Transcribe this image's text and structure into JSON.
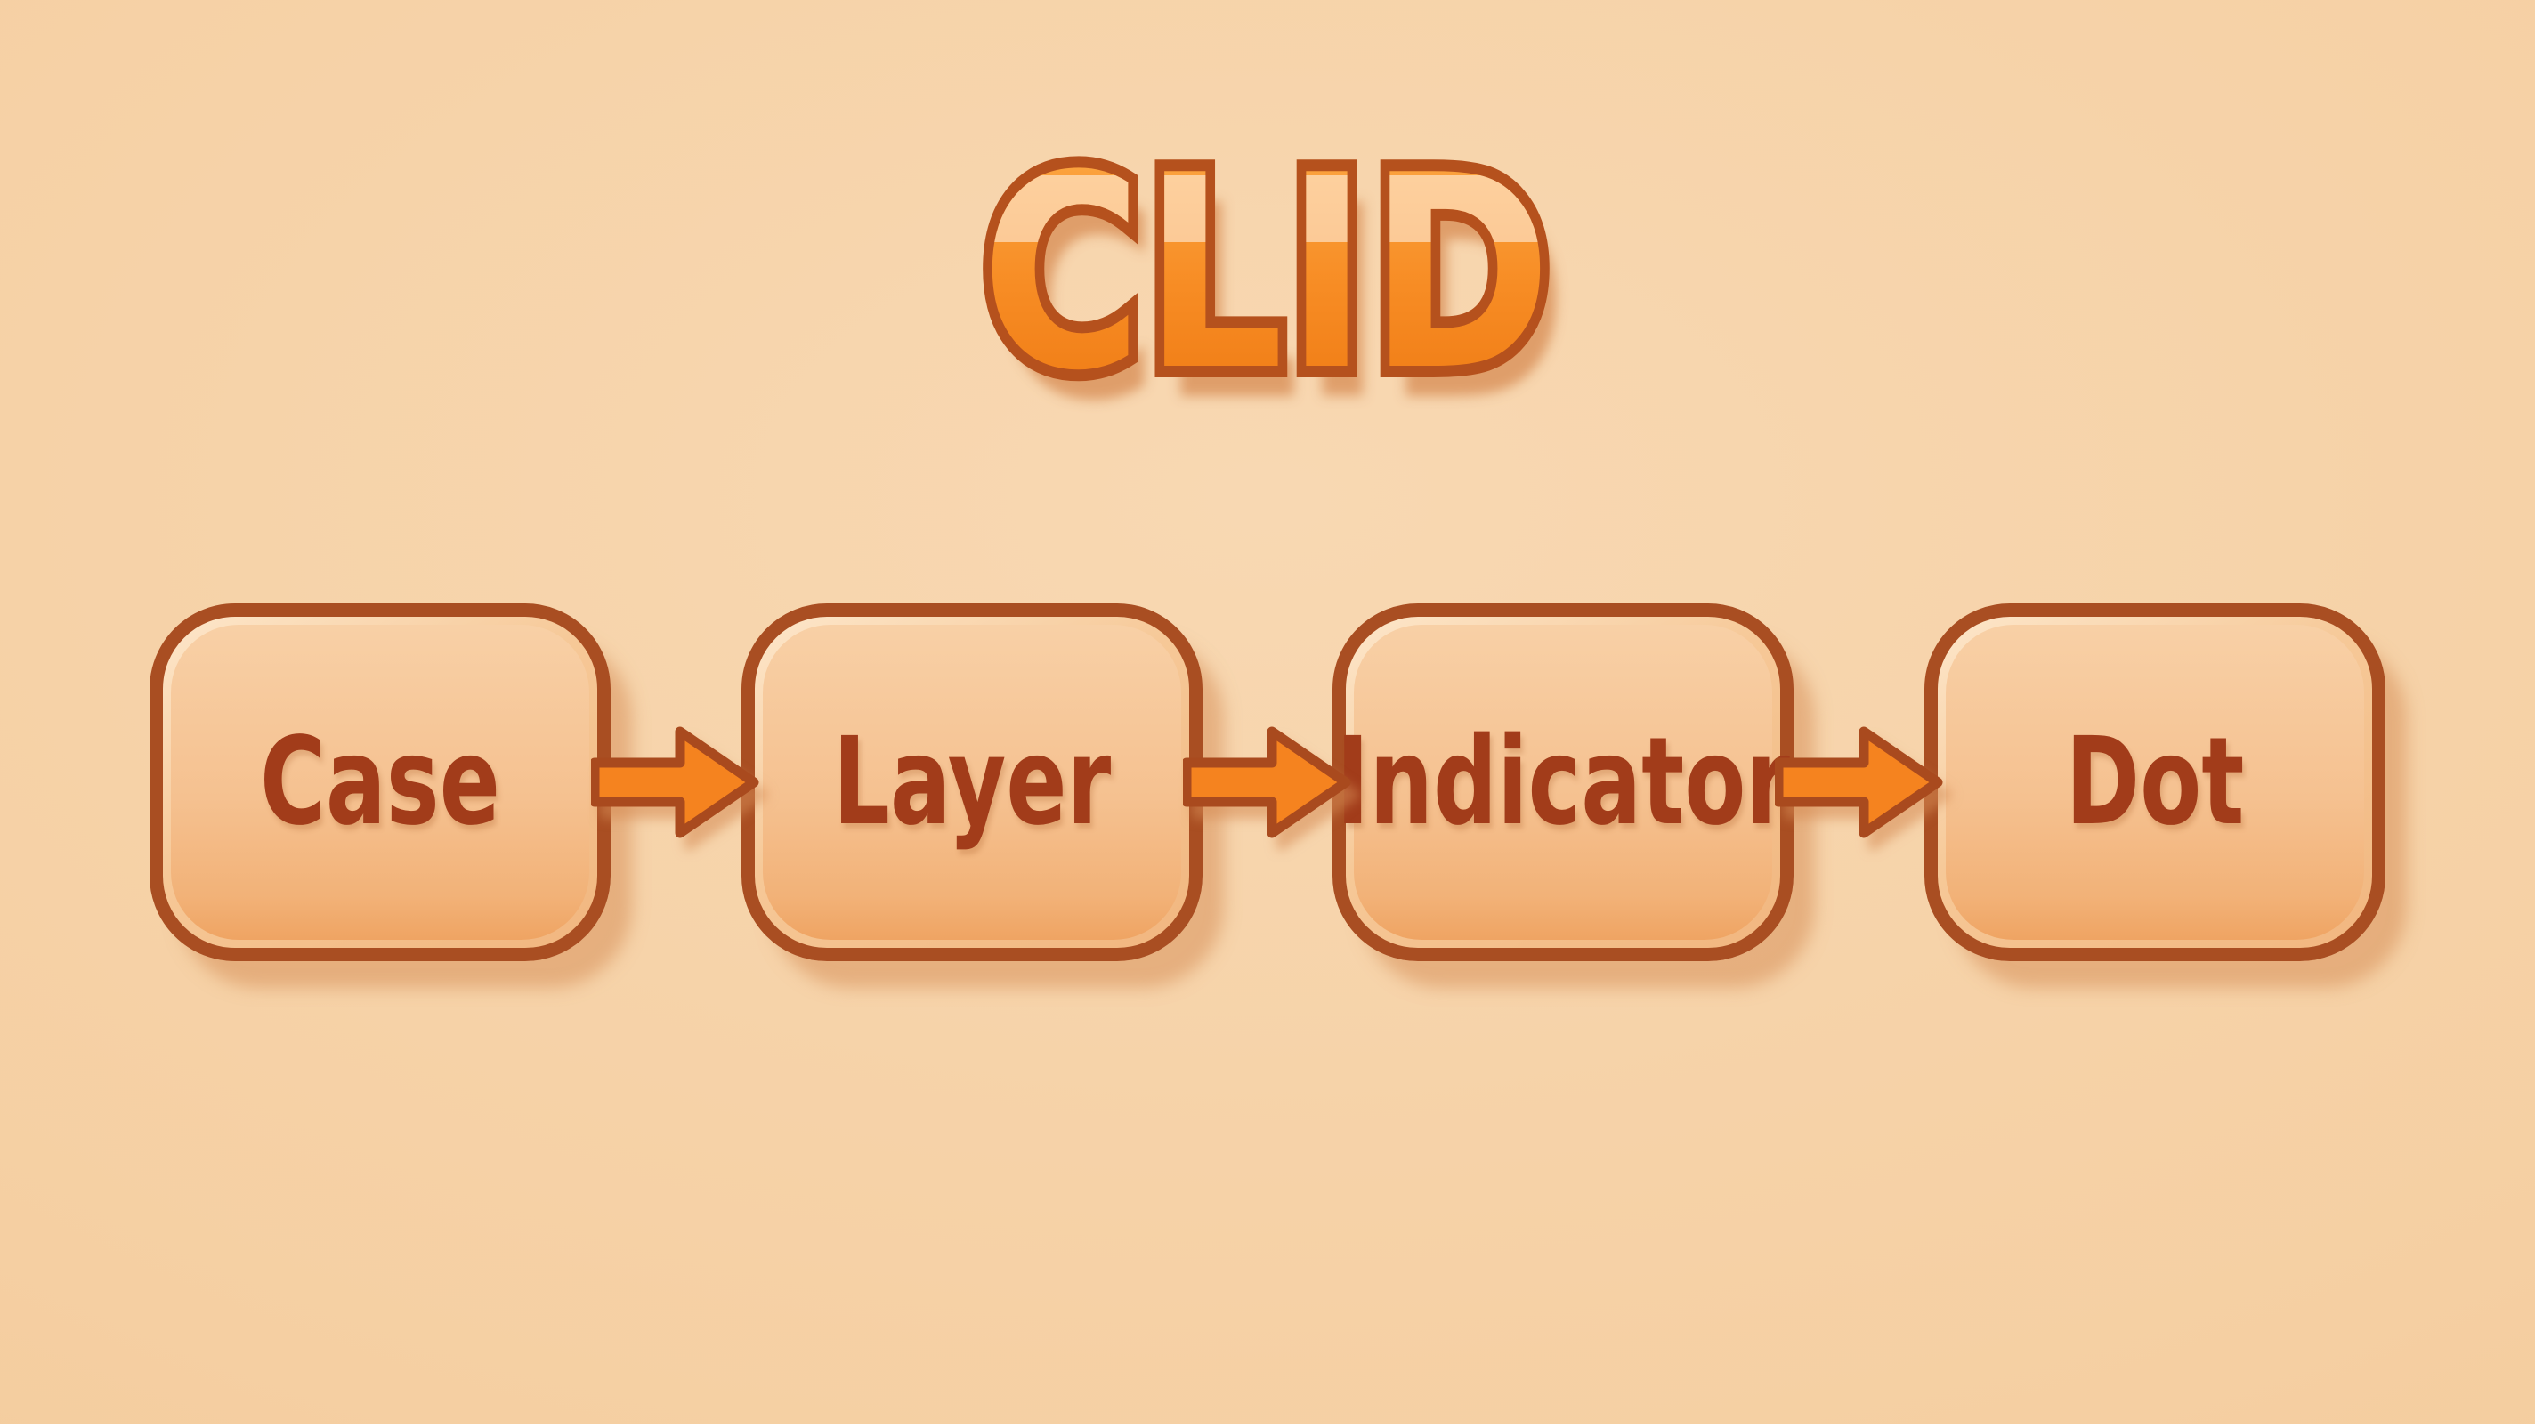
{
  "title": "CLID",
  "flow": {
    "steps": [
      {
        "label": "Case"
      },
      {
        "label": "Layer"
      },
      {
        "label": "Indicator"
      },
      {
        "label": "Dot"
      }
    ],
    "connector": "arrow-right"
  },
  "colors": {
    "bg": "#f5cfa2",
    "bg_light": "#f8d8b2",
    "bg_dark": "#f2c795",
    "box_border": "#a94e22",
    "label_text": "#a23c1a",
    "arrow_fill": "#f5831f",
    "arrow_outline": "#a94a1e",
    "title_fill": "#f78c24",
    "title_outline": "#b5511d"
  }
}
